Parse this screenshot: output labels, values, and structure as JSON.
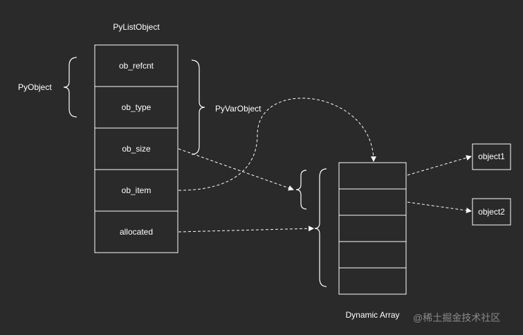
{
  "colors": {
    "background": "#2a2a2a",
    "stroke": "#ffffff",
    "watermark": "#8a8a8a"
  },
  "struct_title": "PyListObject",
  "fields": [
    "ob_refcnt",
    "ob_type",
    "ob_size",
    "ob_item",
    "allocated"
  ],
  "pyobject_label": "PyObject",
  "pyvarobject_label": "PyVarObject",
  "array_label": "Dynamic Array",
  "array_slots": 5,
  "objects": [
    "object1",
    "object2"
  ],
  "watermark": "@稀土掘金技术社区"
}
